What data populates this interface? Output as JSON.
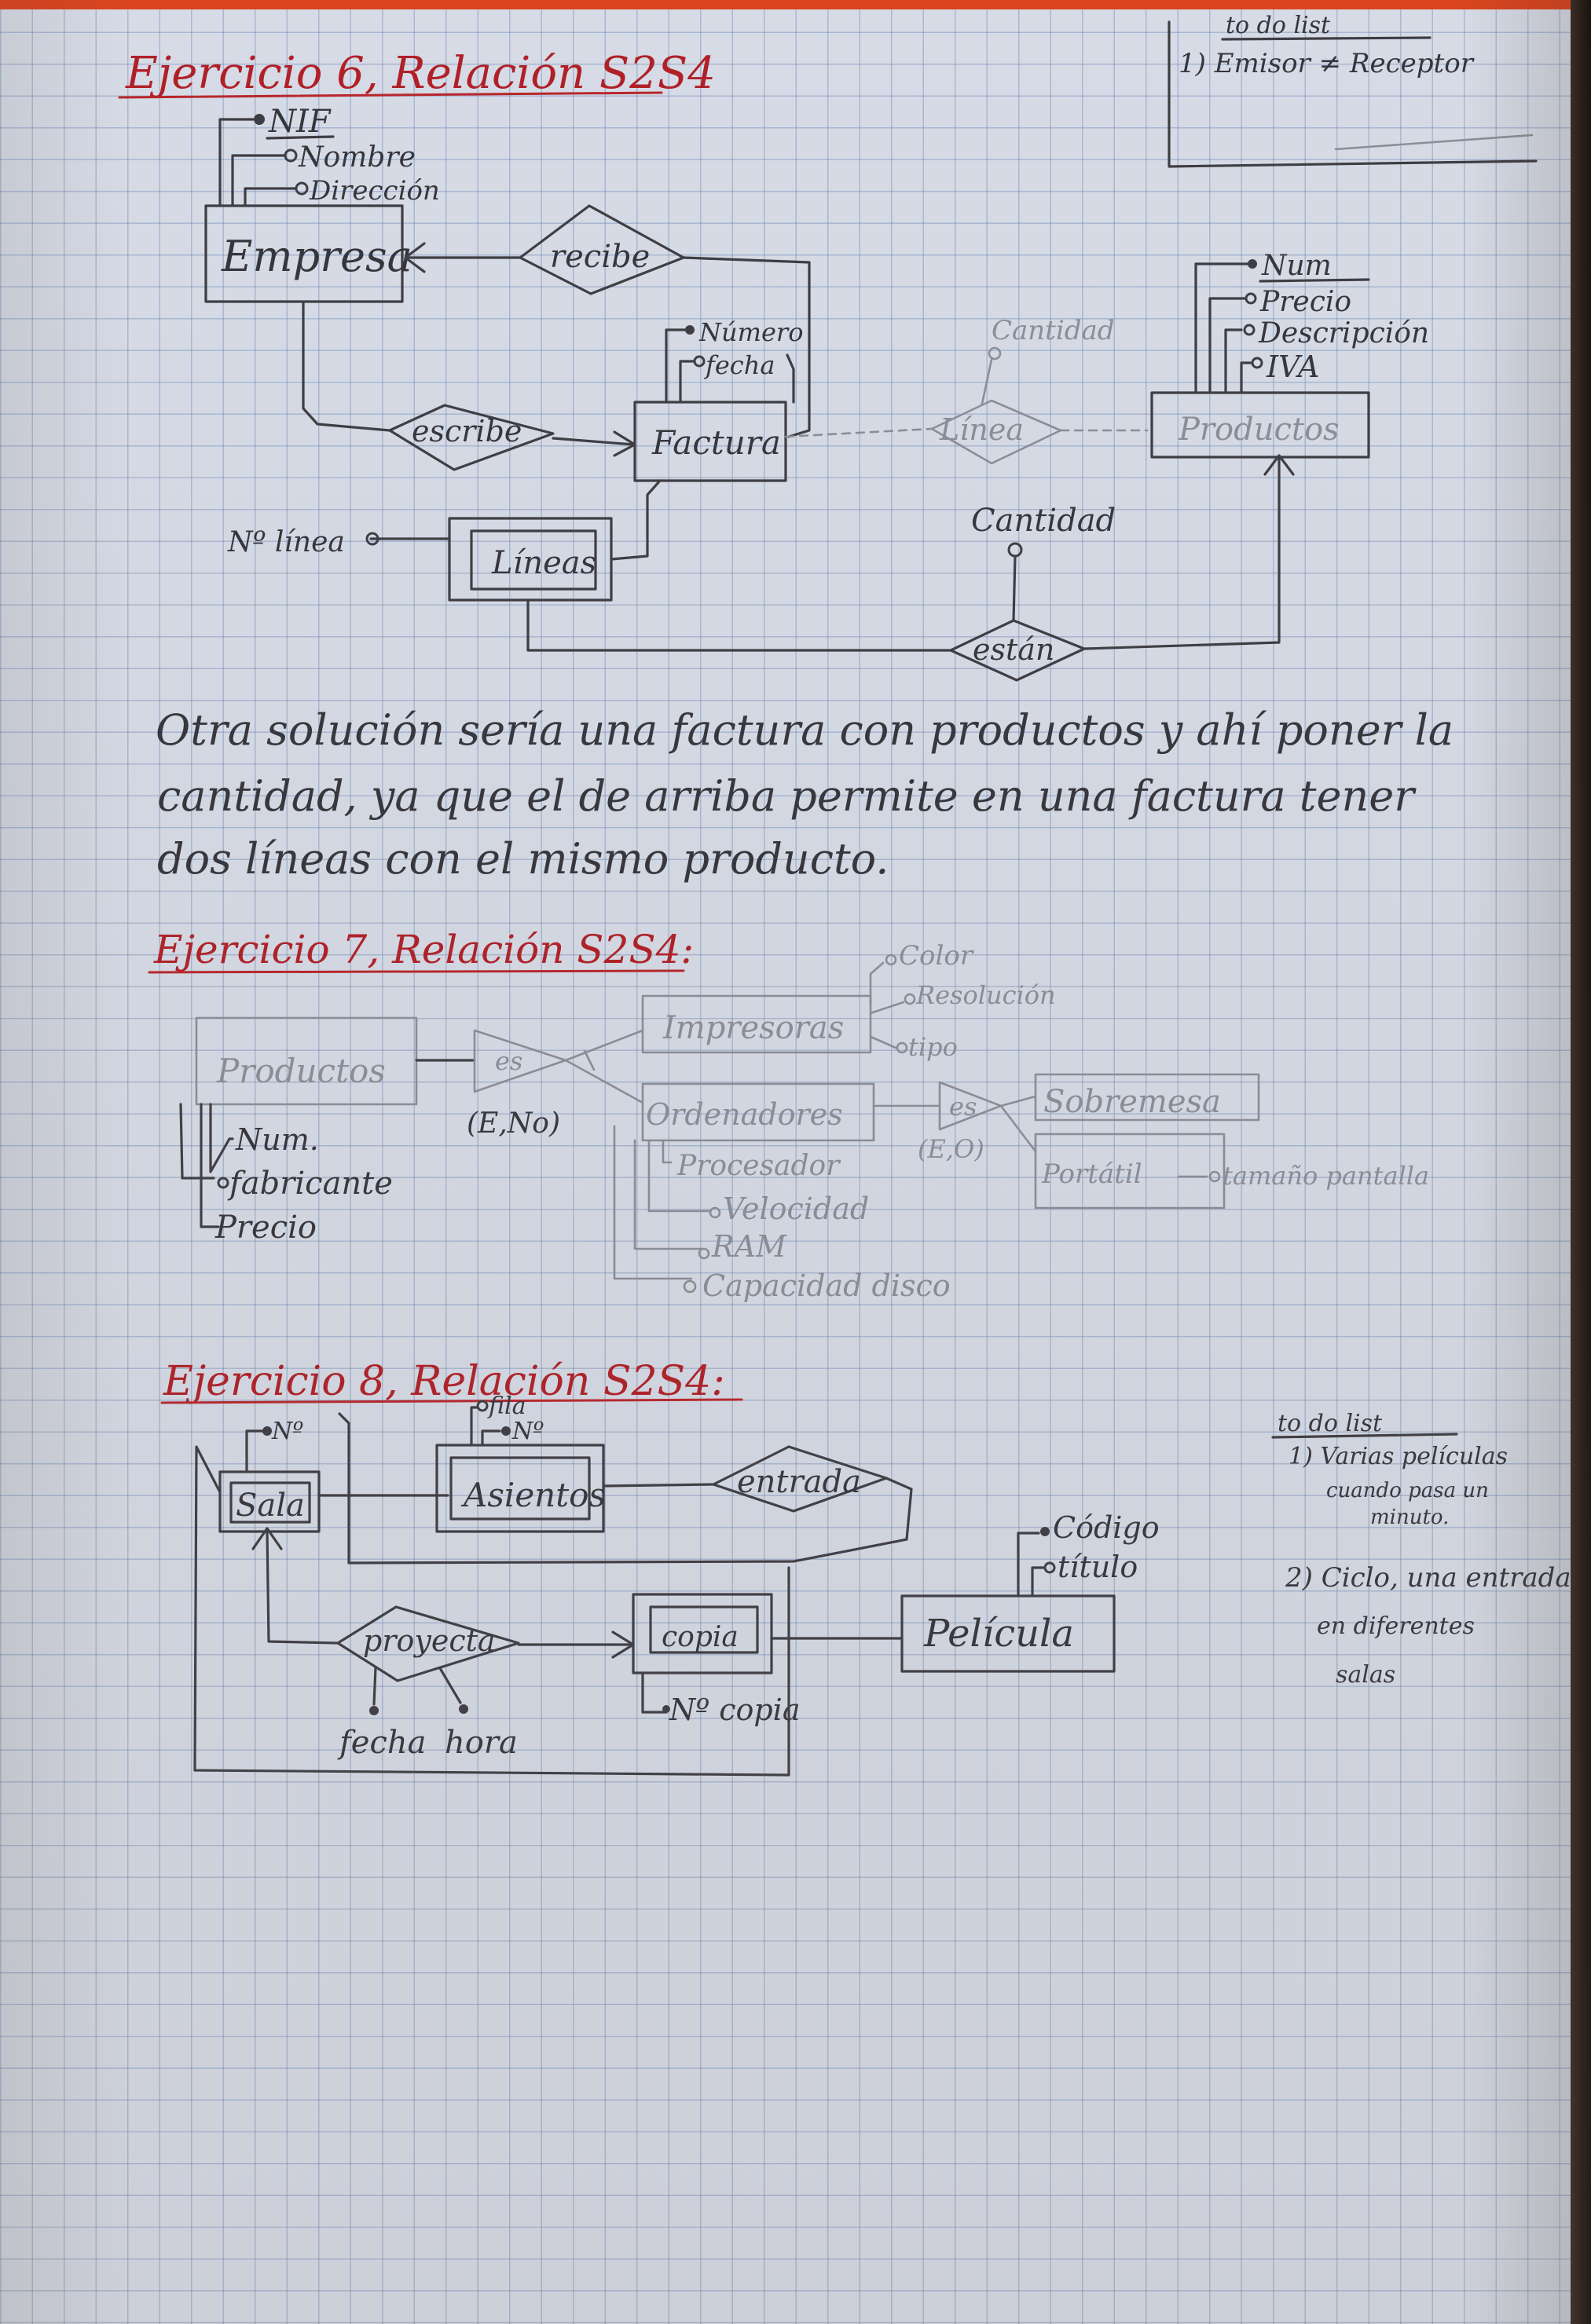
{
  "ej6": {
    "title": "Ejercicio 6, Relación S2S4",
    "todo_title": "to do list",
    "todo_item": "1) Emisor ≠ Receptor",
    "empresa": "Empresa",
    "empresa_attrs": [
      "NIF",
      "Nombre",
      "Dirección"
    ],
    "recibe": "recibe",
    "escribe": "escribe",
    "factura": "Factura",
    "factura_attrs": [
      "Número",
      "fecha"
    ],
    "linea_rel": "Línea",
    "linea_attr": "Cantidad",
    "productos": "Productos",
    "productos_attrs": [
      "Num",
      "Precio",
      "Descripción",
      "IVA"
    ],
    "lineas": "Líneas",
    "nlinea": "Nº línea",
    "estan": "están",
    "estan_attr": "Cantidad",
    "note": [
      "Otra solución sería una factura con productos y ahí poner la",
      "cantidad, ya que el de arriba permite en una factura tener",
      "dos líneas con el mismo producto."
    ]
  },
  "ej7": {
    "title": "Ejercicio 7, Relación S2S4:",
    "productos": "Productos",
    "productos_attrs": [
      "Num.",
      "fabricante",
      "Precio"
    ],
    "es1": "es",
    "es1_card": "(E,No)",
    "impresoras": "Impresoras",
    "impresoras_attrs": [
      "Color",
      "Resolución",
      "tipo"
    ],
    "ordenadores": "Ordenadores",
    "ordenadores_attrs": [
      "Procesador",
      "Velocidad",
      "RAM",
      "Capacidad disco"
    ],
    "es2": "es",
    "es2_card": "(E,O)",
    "sobremesa": "Sobremesa",
    "portatil": "Portátil",
    "portatil_attr": "tamaño pantalla"
  },
  "ej8": {
    "title": "Ejercicio 8, Relación S2S4:",
    "sala": "Sala",
    "sala_attr": "Nº",
    "asientos": "Asientos",
    "asientos_attrs": [
      "fila",
      "Nº"
    ],
    "entrada": "entrada",
    "proyecta": "proyecta",
    "proyecta_attrs": [
      "fecha",
      "hora"
    ],
    "copia": "copia",
    "copia_attr": "Nº copia",
    "pelicula": "Película",
    "pelicula_attrs": [
      "Código",
      "título"
    ],
    "todo_title": "to do list",
    "todo_1": [
      "1) Varias películas",
      "cuando pasa un",
      "minuto."
    ],
    "todo_2": [
      "2) Ciclo, una entrada",
      "en diferentes",
      "salas"
    ]
  }
}
